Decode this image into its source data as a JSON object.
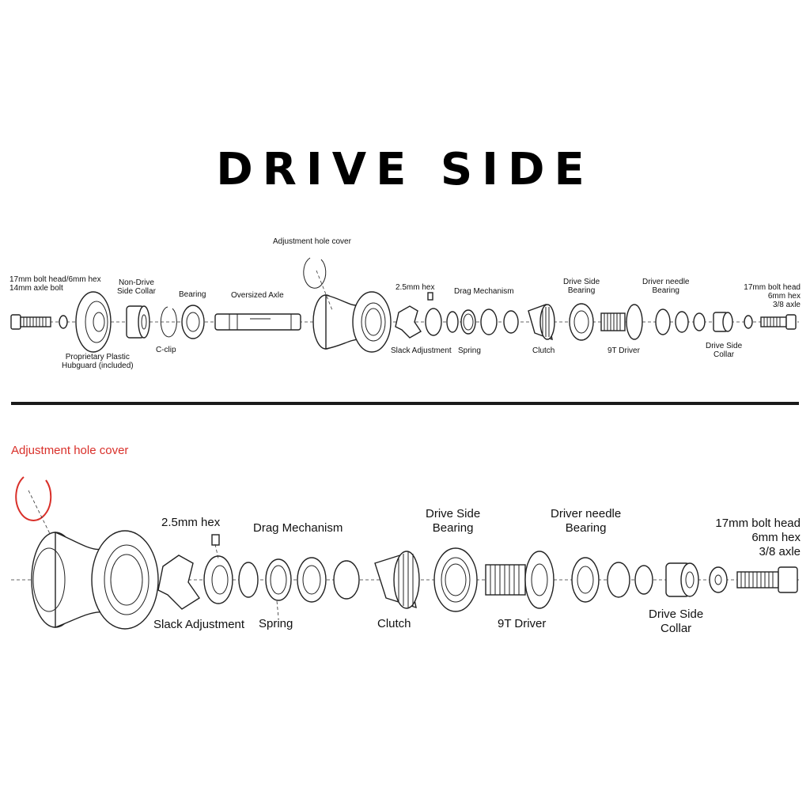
{
  "title": "DRIVE SIDE",
  "top": {
    "adjustment_hole_cover": "Adjustment hole cover",
    "bolt_left": [
      "17mm bolt head/6mm hex",
      "14mm axle bolt"
    ],
    "non_drive_collar": [
      "Non-Drive",
      "Side Collar"
    ],
    "bearing": "Bearing",
    "oversized_axle": "Oversized Axle",
    "hubguard": [
      "Proprietary Plastic",
      "Hubguard (included)"
    ],
    "c_clip": "C-clip",
    "hex": "2.5mm hex",
    "drag_mechanism": "Drag Mechanism",
    "drive_side_bearing": [
      "Drive Side",
      "Bearing"
    ],
    "driver_needle_bearing": [
      "Driver needle",
      "Bearing"
    ],
    "bolt_right": [
      "17mm bolt head",
      "6mm hex",
      "3/8 axle"
    ],
    "slack_adjustment": "Slack Adjustment",
    "spring": "Spring",
    "clutch": "Clutch",
    "driver": "9T Driver",
    "drive_side_collar": [
      "Drive Side",
      "Collar"
    ]
  },
  "bottom": {
    "adjustment_hole_cover": "Adjustment hole cover",
    "hex": "2.5mm hex",
    "drag_mechanism": "Drag Mechanism",
    "drive_side_bearing": [
      "Drive Side",
      "Bearing"
    ],
    "driver_needle_bearing": [
      "Driver needle",
      "Bearing"
    ],
    "bolt_right": [
      "17mm bolt head",
      "6mm hex",
      "3/8 axle"
    ],
    "slack_adjustment": "Slack Adjustment",
    "spring": "Spring",
    "clutch": "Clutch",
    "driver": "9T Driver",
    "drive_side_collar": [
      "Drive Side",
      "Collar"
    ]
  },
  "colors": {
    "highlight": "#d9302a",
    "ink": "#111111"
  }
}
